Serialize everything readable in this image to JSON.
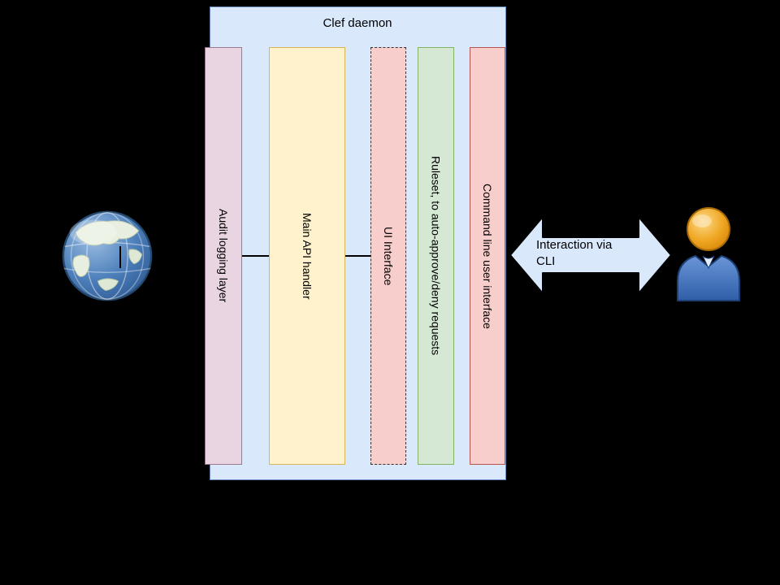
{
  "diagram": {
    "background": "#000000",
    "clef_container": {
      "title": "Clef daemon",
      "fill": "#dae8fc",
      "border": "#6c8ebf"
    },
    "columns": [
      {
        "label": "Audit logging layer",
        "fill": "#e8d5e1",
        "border": "#9b7a90",
        "border_style": "solid"
      },
      {
        "label": "Main API handler",
        "fill": "#fff2cc",
        "border": "#d6b656",
        "border_style": "solid"
      },
      {
        "label": "UI Interface",
        "fill": "#f8cecc",
        "border": "#333333",
        "border_style": "dashed"
      },
      {
        "label": "Ruleset, to auto-approve/deny requests",
        "fill": "#d5e8d4",
        "border": "#82b366",
        "border_style": "solid"
      },
      {
        "label": "Command line user interface",
        "fill": "#f8cecc",
        "border": "#b85450",
        "border_style": "solid"
      }
    ],
    "cli_arrow": {
      "label": "Interaction via CLI",
      "fill": "#dae8fc",
      "border": "#000000"
    },
    "icons": {
      "left": "globe-icon",
      "right": "user-icon"
    }
  }
}
